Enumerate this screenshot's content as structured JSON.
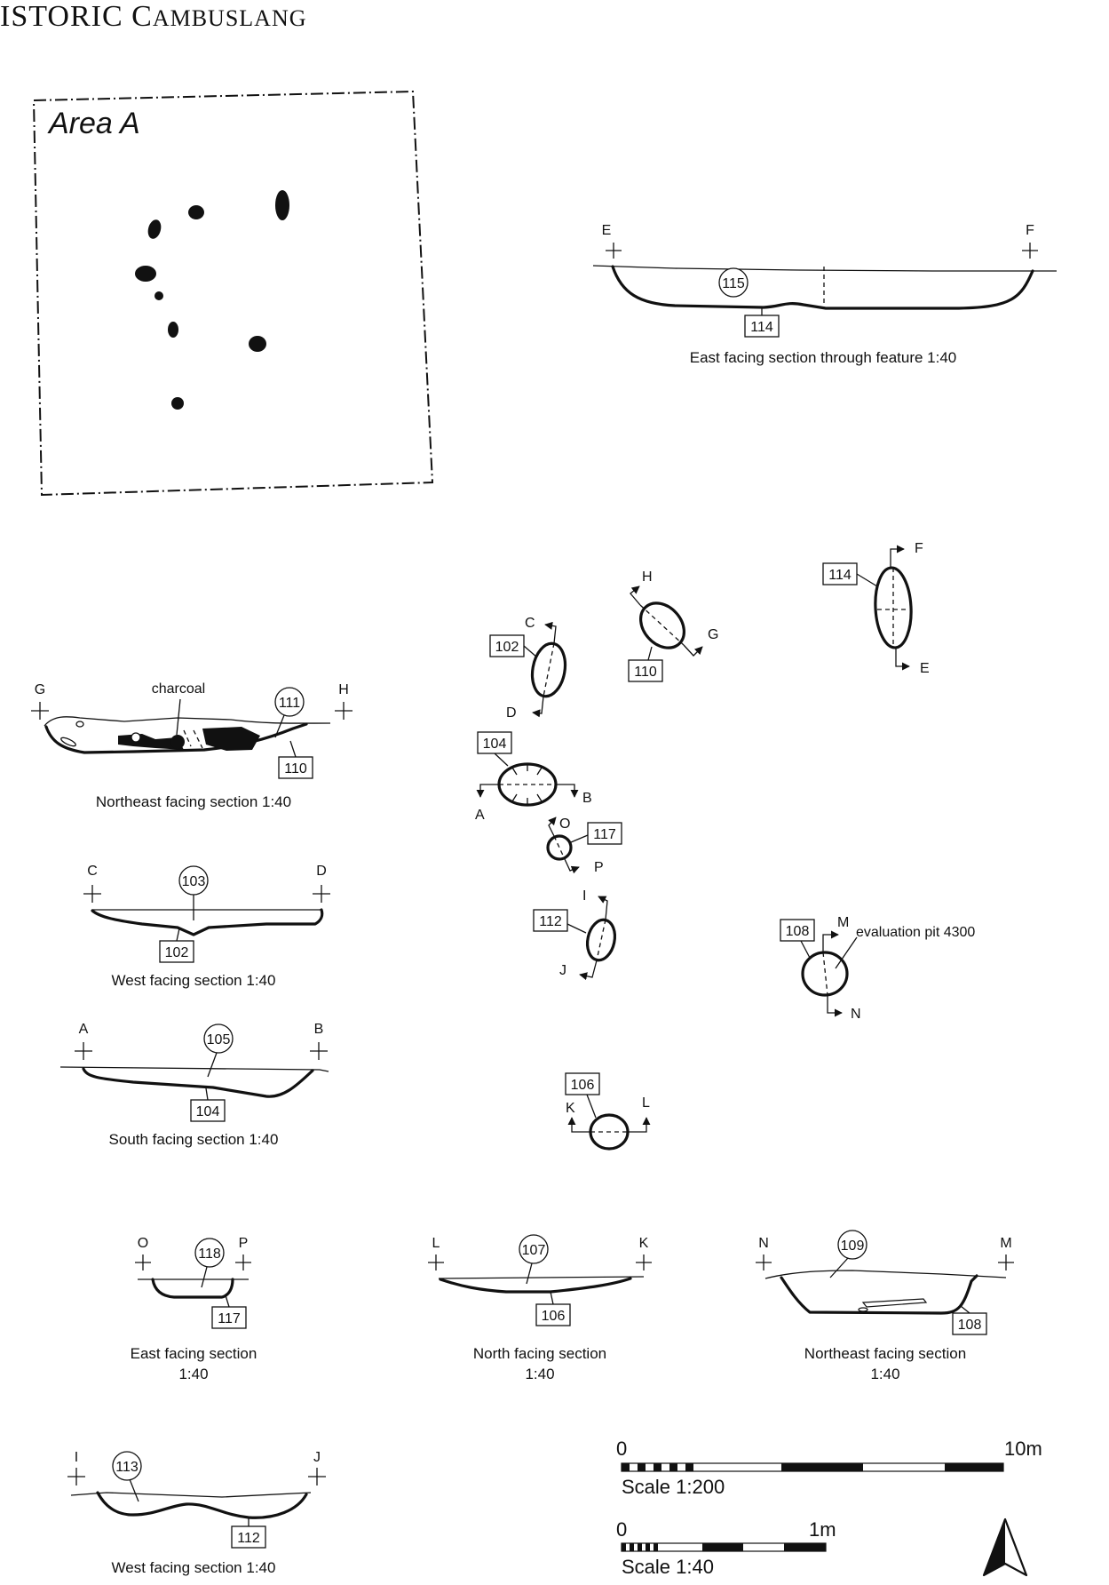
{
  "header": {
    "title_first": "ISTORIC ",
    "title_initial": "C",
    "title_rest": "AMBUSLANG"
  },
  "area": {
    "label": "Area A"
  },
  "plan": {
    "feature_114": {
      "context": "114",
      "arrow_top": "F",
      "arrow_bottom": "E"
    },
    "feature_110": {
      "context": "110",
      "arrow_top": "H",
      "arrow_bottom": "G"
    },
    "feature_102": {
      "context": "102",
      "arrow_top": "C",
      "arrow_bottom": "D"
    },
    "feature_104": {
      "context": "104",
      "arrow_left": "A",
      "arrow_right": "B"
    },
    "feature_117": {
      "context": "117",
      "arrow_top": "O",
      "arrow_bottom": "P"
    },
    "feature_112": {
      "context": "112",
      "arrow_top": "I",
      "arrow_bottom": "J"
    },
    "feature_108": {
      "context": "108",
      "arrow_top": "M",
      "arrow_bottom": "N",
      "note": "evaluation pit 4300"
    },
    "feature_106": {
      "context": "106",
      "arrow_left": "K",
      "arrow_right": "L"
    }
  },
  "sections": {
    "ef": {
      "left": "E",
      "right": "F",
      "fill": "115",
      "cut": "114",
      "caption": "East facing section through feature 1:40"
    },
    "gh": {
      "left": "G",
      "right": "H",
      "fill": "111",
      "cut": "110",
      "charcoal": "charcoal",
      "caption": "Northeast facing section 1:40"
    },
    "cd": {
      "left": "C",
      "right": "D",
      "fill": "103",
      "cut": "102",
      "caption": "West facing section 1:40"
    },
    "ab": {
      "left": "A",
      "right": "B",
      "fill": "105",
      "cut": "104",
      "caption": "South facing section 1:40"
    },
    "op": {
      "left": "O",
      "right": "P",
      "fill": "118",
      "cut": "117",
      "caption_line1": "East facing section",
      "caption_line2": "1:40"
    },
    "lk": {
      "left": "L",
      "right": "K",
      "fill": "107",
      "cut": "106",
      "caption_line1": "North facing section",
      "caption_line2": "1:40"
    },
    "nm": {
      "left": "N",
      "right": "M",
      "fill": "109",
      "cut": "108",
      "caption_line1": "Northeast facing section",
      "caption_line2": "1:40"
    },
    "ij": {
      "left": "I",
      "right": "J",
      "fill": "113",
      "cut": "112",
      "caption": "West facing section 1:40"
    }
  },
  "scales": {
    "large": {
      "zero": "0",
      "end": "10m",
      "label": "Scale 1:200"
    },
    "small": {
      "zero": "0",
      "end": "1m",
      "label": "Scale 1:40"
    }
  }
}
